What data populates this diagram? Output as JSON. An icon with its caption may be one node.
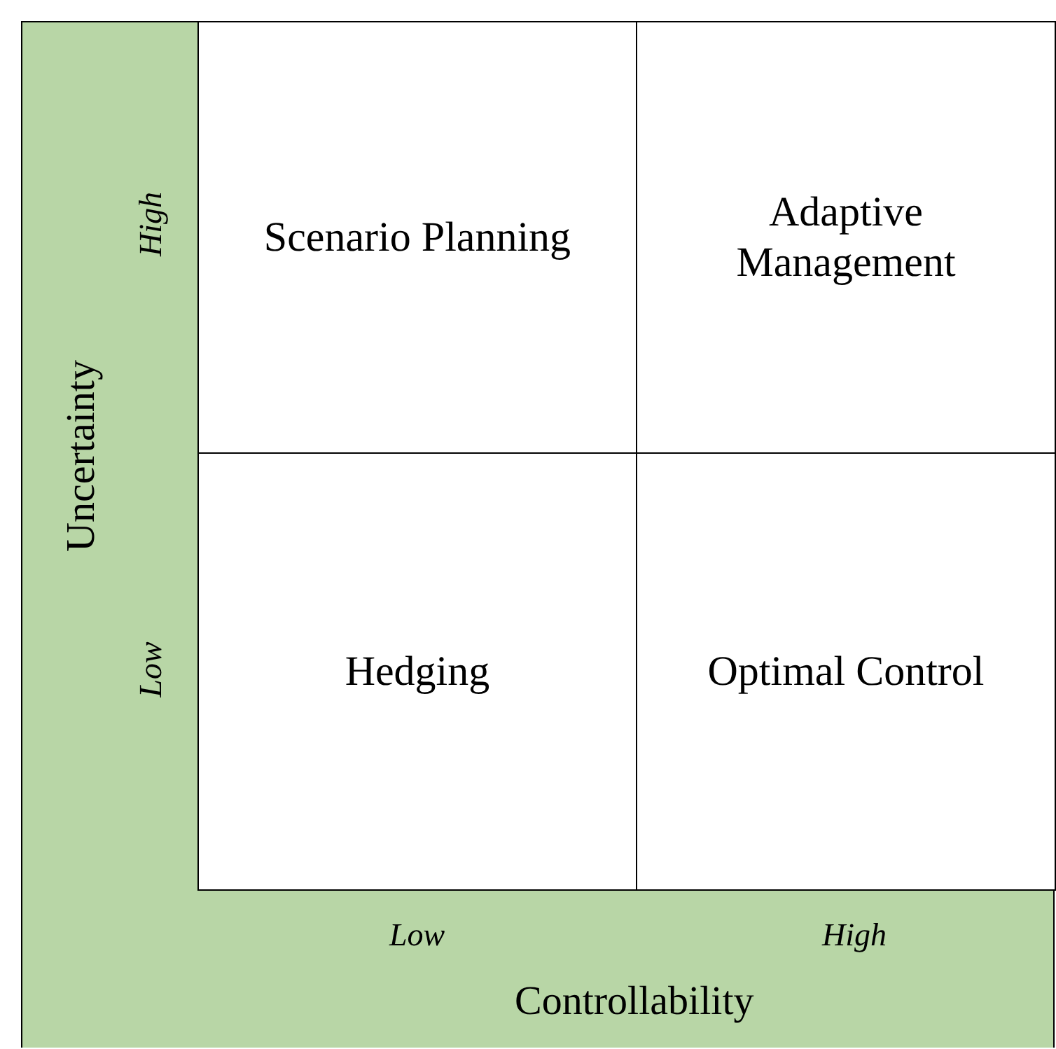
{
  "diagram": {
    "nodes": [
      {
        "text": [
          "Scenario Planning"
        ]
      },
      {
        "text": [
          "Adaptive Management"
        ]
      },
      {
        "text": [
          "Hedging"
        ]
      },
      {
        "text": [
          "Optimal Control"
        ]
      }
    ],
    "labels": [
      "High",
      "Uncertainty",
      "Low",
      "Low",
      "High",
      "Controllability"
    ]
  }
}
